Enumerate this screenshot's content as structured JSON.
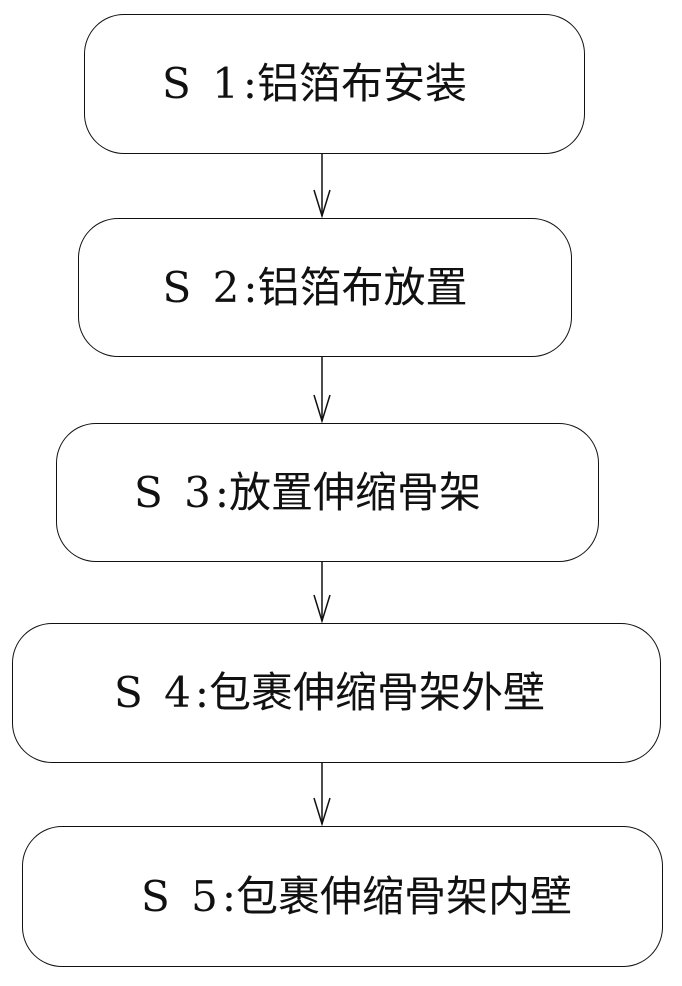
{
  "steps": [
    {
      "id": "S 1",
      "label": "铝箔布安装"
    },
    {
      "id": "S 2",
      "label": "铝箔布放置"
    },
    {
      "id": "S 3",
      "label": "放置伸缩骨架"
    },
    {
      "id": "S 4",
      "label": "包裹伸缩骨架外壁"
    },
    {
      "id": "S 5",
      "label": "包裹伸缩骨架内壁"
    }
  ],
  "colors": {
    "stroke": "#111111",
    "background": "#ffffff"
  }
}
